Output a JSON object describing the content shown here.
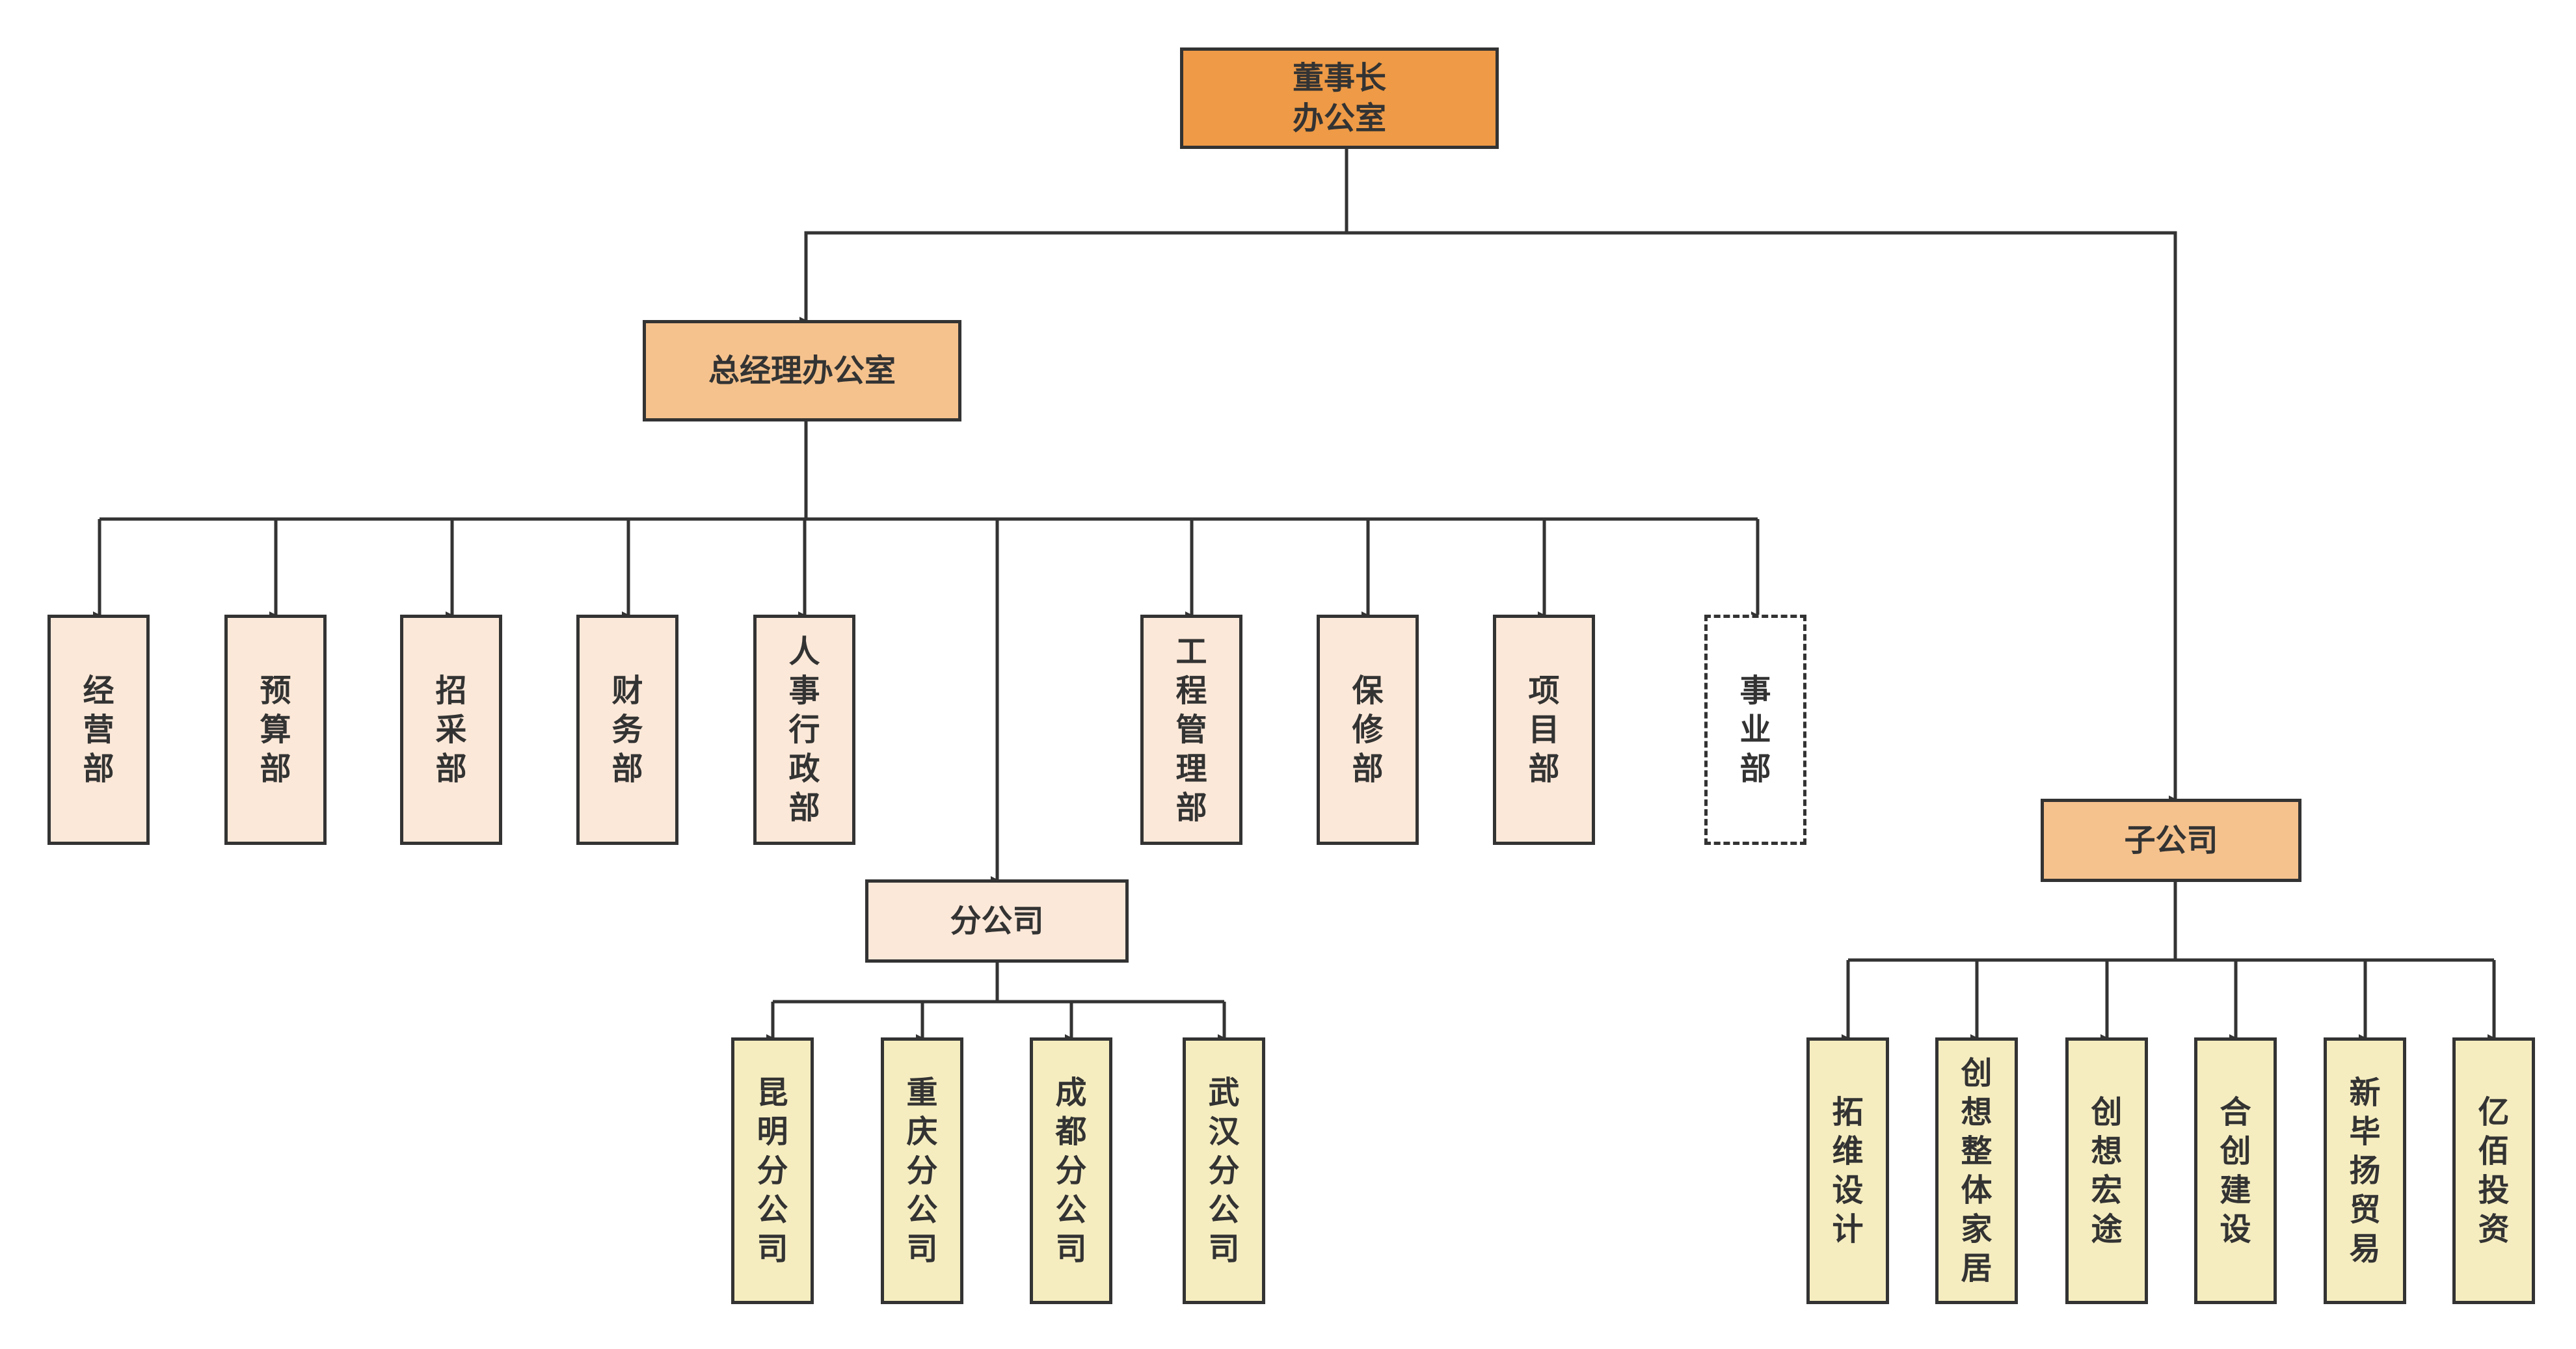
{
  "colors": {
    "line": "#333333",
    "level0": "#EE9A46",
    "level1": "#F5C28D",
    "dept": "#FCE8D8",
    "leaf": "#F5EDBF",
    "white": "#FFFFFF"
  },
  "chairman": {
    "label": "董事长\n办公室"
  },
  "gm_office": {
    "label": "总经理办公室"
  },
  "departments": [
    {
      "label": "经营部"
    },
    {
      "label": "预算部"
    },
    {
      "label": "招采部"
    },
    {
      "label": "财务部"
    },
    {
      "label": "人事行政部"
    },
    {
      "label": "工程管理部"
    },
    {
      "label": "保修部"
    },
    {
      "label": "项目部"
    },
    {
      "label": "事业部"
    }
  ],
  "branch": {
    "label": "分公司",
    "children": [
      {
        "label": "昆明分公司"
      },
      {
        "label": "重庆分公司"
      },
      {
        "label": "成都分公司"
      },
      {
        "label": "武汉分公司"
      }
    ]
  },
  "subsidiary": {
    "label": "子公司",
    "children": [
      {
        "label": "拓维设计"
      },
      {
        "label": "创想整体家居"
      },
      {
        "label": "创想宏途"
      },
      {
        "label": "合创建设"
      },
      {
        "label": "新毕扬贸易"
      },
      {
        "label": "亿佰投资"
      }
    ]
  }
}
